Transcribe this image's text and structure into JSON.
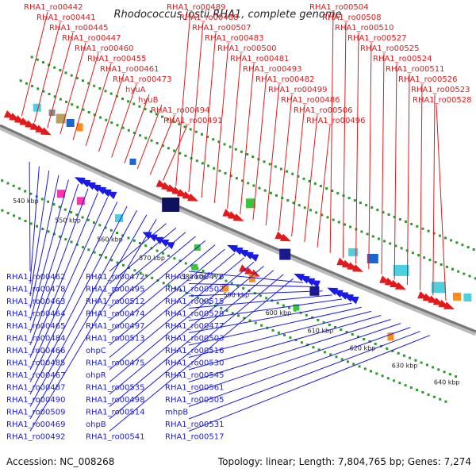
{
  "title": "Rhodococcus jostii RHA1, complete genome",
  "accession": "Accession: NC_008268",
  "topology": "Topology: linear; Length: 7,804,765 bp; Genes: 7,274",
  "kbp_ticks": [
    "540 kbp",
    "550 kbp",
    "560 kbp",
    "570 kbp",
    "580 kbp",
    "590 kbp",
    "600 kbp",
    "610 kbp",
    "620 kbp",
    "630 kbp",
    "640 kbp"
  ],
  "colors": {
    "forward": "#e31a1c",
    "reverse": "#1a1ae6",
    "backbone": "#999999",
    "tick": "#2a9a2a"
  },
  "labels_top": [
    "RHA1_ro00442",
    "RHA1_ro00441",
    "RHA1_ro00445",
    "RHA1_ro00447",
    "RHA1_ro00460",
    "RHA1_ro00455",
    "RHA1_ro00461",
    "RHA1_ro00473",
    "hyuA",
    "hyuB",
    "RHA1_ro00494",
    "RHA1_ro00491",
    "RHA1_ro00489",
    "RHA1_ro00488",
    "RHA1_ro00507",
    "RHA1_ro00483",
    "RHA1_ro00500",
    "RHA1_ro00481",
    "RHA1_ro00493",
    "RHA1_ro00482",
    "RHA1_ro00499",
    "RHA1_ro00486",
    "RHA1_ro00506",
    "RHA1_ro00496",
    "RHA1_ro00504",
    "RHA1_ro00508",
    "RHA1_ro00510",
    "RHA1_ro00527",
    "RHA1_ro00525",
    "RHA1_ro00524",
    "RHA1_ro00511",
    "RHA1_ro00526",
    "RHA1_ro00523",
    "RHA1_ro00528"
  ],
  "labels_bottom": [
    "RHA1_ro00462",
    "RHA1_ro00478",
    "RHA1_ro00463",
    "RHA1_ro00464",
    "RHA1_ro00465",
    "RHA1_ro00484",
    "RHA1_ro00466",
    "RHA1_ro00485",
    "RHA1_ro00467",
    "RHA1_ro00487",
    "RHA1_ro00490",
    "RHA1_ro00509",
    "RHA1_ro00469",
    "RHA1_ro00492",
    "RHA1_ro00472",
    "RHA1_ro00495",
    "RHA1_ro00512",
    "RHA1_ro00474",
    "RHA1_ro00497",
    "RHA1_ro00513",
    "ohpC",
    "RHA1_ro00475",
    "ohpR",
    "RHA1_ro00535",
    "RHA1_ro00498",
    "RHA1_ro00514",
    "ohpB",
    "RHA1_ro00541",
    "RHA1_ro00476",
    "RHA1_ro00502",
    "RHA1_ro00515",
    "RHA1_ro00529",
    "RHA1_ro00477",
    "RHA1_ro00503",
    "RHA1_ro00516",
    "RHA1_ro00530",
    "RHA1_ro00545",
    "RHA1_ro00561",
    "RHA1_ro00505",
    "mhpB",
    "RHA1_ro00531",
    "RHA1_ro00517"
  ]
}
